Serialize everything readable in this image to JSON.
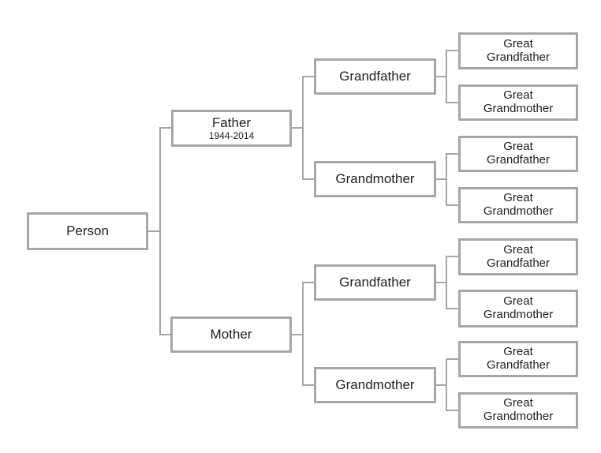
{
  "diagram": {
    "type": "family-tree",
    "colors": {
      "background": "#ffffff",
      "box_fill": "#ffffff",
      "box_border": "#a6a6a6",
      "connector": "#a6a6a6",
      "text": "#1f1f1f"
    },
    "nodes": {
      "person": {
        "label": "Person"
      },
      "father": {
        "label": "Father",
        "years": "1944-2014"
      },
      "mother": {
        "label": "Mother"
      },
      "paternal_grandfather": {
        "label": "Grandfather"
      },
      "paternal_grandmother": {
        "label": "Grandmother"
      },
      "maternal_grandfather": {
        "label": "Grandfather"
      },
      "maternal_grandmother": {
        "label": "Grandmother"
      },
      "paternal_gf_father": {
        "label": "Great Grandfather"
      },
      "paternal_gf_mother": {
        "label": "Great Grandmother"
      },
      "paternal_gm_father": {
        "label": "Great Grandfather"
      },
      "paternal_gm_mother": {
        "label": "Great Grandmother"
      },
      "maternal_gf_father": {
        "label": "Great Grandfather"
      },
      "maternal_gf_mother": {
        "label": "Great Grandmother"
      },
      "maternal_gm_father": {
        "label": "Great Grandfather"
      },
      "maternal_gm_mother": {
        "label": "Great Grandmother"
      }
    }
  }
}
